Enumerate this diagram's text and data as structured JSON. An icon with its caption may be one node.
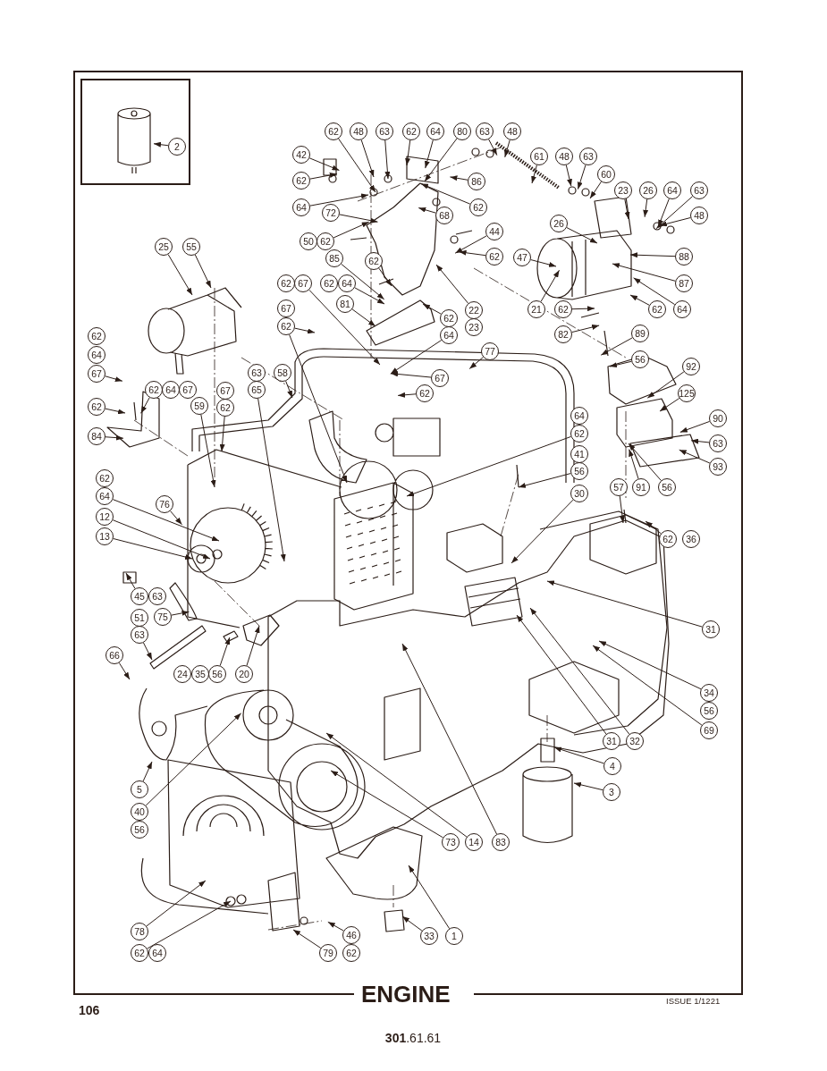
{
  "diagram": {
    "title": "ENGINE",
    "nodes": [
      {
        "text": [],
        "shape": "box"
      },
      {
        "text": [
          "2"
        ],
        "in": 0
      },
      {
        "text": [
          "62"
        ]
      },
      {
        "text": [
          "48"
        ]
      },
      {
        "text": [
          "63"
        ]
      },
      {
        "text": [
          "62"
        ]
      },
      {
        "text": [
          "64"
        ]
      },
      {
        "text": [
          "80"
        ]
      },
      {
        "text": [
          "63"
        ]
      },
      {
        "text": [
          "48"
        ]
      },
      {
        "text": [
          "42"
        ]
      },
      {
        "text": [
          "61"
        ]
      },
      {
        "text": [
          "48"
        ]
      },
      {
        "text": [
          "63"
        ]
      },
      {
        "text": [
          "60"
        ]
      },
      {
        "text": [
          "62"
        ]
      },
      {
        "text": [
          "86"
        ]
      },
      {
        "text": [
          "23"
        ]
      },
      {
        "text": [
          "26"
        ]
      },
      {
        "text": [
          "64"
        ]
      },
      {
        "text": [
          "63"
        ]
      },
      {
        "text": [
          "62"
        ]
      },
      {
        "text": [
          "64"
        ]
      },
      {
        "text": [
          "72"
        ]
      },
      {
        "text": [
          "68"
        ]
      },
      {
        "text": [
          "48"
        ]
      },
      {
        "text": [
          "26"
        ]
      },
      {
        "text": [
          "44"
        ]
      },
      {
        "text": [
          "50"
        ]
      },
      {
        "text": [
          "62"
        ]
      },
      {
        "text": [
          "25"
        ]
      },
      {
        "text": [
          "55"
        ]
      },
      {
        "text": [
          "62"
        ]
      },
      {
        "text": [
          "47"
        ]
      },
      {
        "text": [
          "88"
        ]
      },
      {
        "text": [
          "85"
        ]
      },
      {
        "text": [
          "62"
        ]
      },
      {
        "text": [
          "62"
        ]
      },
      {
        "text": [
          "67"
        ]
      },
      {
        "text": [
          "62"
        ]
      },
      {
        "text": [
          "64"
        ]
      },
      {
        "text": [
          "87"
        ]
      },
      {
        "text": [
          "81"
        ]
      },
      {
        "text": [
          "21"
        ]
      },
      {
        "text": [
          "62"
        ]
      },
      {
        "text": [
          "62"
        ]
      },
      {
        "text": [
          "64"
        ]
      },
      {
        "text": [
          "22"
        ]
      },
      {
        "text": [
          "23"
        ]
      },
      {
        "text": [
          "67"
        ]
      },
      {
        "text": [
          "62"
        ]
      },
      {
        "text": [
          "62"
        ]
      },
      {
        "text": [
          "64"
        ]
      },
      {
        "text": [
          "82"
        ]
      },
      {
        "text": [
          "89"
        ]
      },
      {
        "text": [
          "62"
        ]
      },
      {
        "text": [
          "64"
        ]
      },
      {
        "text": [
          "67"
        ]
      },
      {
        "text": [
          "77"
        ]
      },
      {
        "text": [
          "56"
        ]
      },
      {
        "text": [
          "92"
        ]
      },
      {
        "text": [
          "67"
        ]
      },
      {
        "text": [
          "62"
        ]
      },
      {
        "text": [
          "64"
        ]
      },
      {
        "text": [
          "67"
        ]
      },
      {
        "text": [
          "62"
        ]
      },
      {
        "text": [
          "125"
        ]
      },
      {
        "text": [
          "62"
        ]
      },
      {
        "text": [
          "59"
        ]
      },
      {
        "text": [
          "67"
        ]
      },
      {
        "text": [
          "62"
        ]
      },
      {
        "text": [
          "63"
        ]
      },
      {
        "text": [
          "65"
        ]
      },
      {
        "text": [
          "58"
        ]
      },
      {
        "text": [
          "64"
        ]
      },
      {
        "text": [
          "62"
        ]
      },
      {
        "text": [
          "90"
        ]
      },
      {
        "text": [
          "84"
        ]
      },
      {
        "text": [
          "63"
        ]
      },
      {
        "text": [
          "41"
        ]
      },
      {
        "text": [
          "56"
        ]
      },
      {
        "text": [
          "93"
        ]
      },
      {
        "text": [
          "62"
        ]
      },
      {
        "text": [
          "64"
        ]
      },
      {
        "text": [
          "30"
        ]
      },
      {
        "text": [
          "91"
        ]
      },
      {
        "text": [
          "56"
        ]
      },
      {
        "text": [
          "57"
        ]
      },
      {
        "text": [
          "76"
        ]
      },
      {
        "text": [
          "12"
        ]
      },
      {
        "text": [
          "13"
        ]
      },
      {
        "text": [
          "62"
        ]
      },
      {
        "text": [
          "36"
        ]
      },
      {
        "text": [
          "45"
        ]
      },
      {
        "text": [
          "63"
        ]
      },
      {
        "text": [
          "51"
        ]
      },
      {
        "text": [
          "75"
        ]
      },
      {
        "text": [
          "31"
        ]
      },
      {
        "text": [
          "63"
        ]
      },
      {
        "text": [
          "66"
        ]
      },
      {
        "text": [
          "24"
        ]
      },
      {
        "text": [
          "35"
        ]
      },
      {
        "text": [
          "56"
        ]
      },
      {
        "text": [
          "20"
        ]
      },
      {
        "text": [
          "34"
        ]
      },
      {
        "text": [
          "56"
        ]
      },
      {
        "text": [
          "69"
        ]
      },
      {
        "text": [
          "31"
        ]
      },
      {
        "text": [
          "32"
        ]
      },
      {
        "text": [
          "4"
        ]
      },
      {
        "text": [
          "5"
        ]
      },
      {
        "text": [
          "3"
        ]
      },
      {
        "text": [
          "40"
        ]
      },
      {
        "text": [
          "56"
        ]
      },
      {
        "text": [
          "73"
        ]
      },
      {
        "text": [
          "14"
        ]
      },
      {
        "text": [
          "83"
        ]
      },
      {
        "text": [
          "78"
        ]
      },
      {
        "text": [
          "62"
        ]
      },
      {
        "text": [
          "64"
        ]
      },
      {
        "text": [
          "46"
        ]
      },
      {
        "text": [
          "1"
        ]
      },
      {
        "text": [
          "33"
        ]
      },
      {
        "text": [
          "79"
        ]
      },
      {
        "text": [
          "62"
        ]
      },
      {
        "text": [],
        "shape": "picture",
        "in": 0
      }
    ],
    "edges": [
      {
        "from": 1,
        "to": 125,
        "arrow": "to"
      },
      {
        "from": 2,
        "to": null,
        "arrow": "to"
      },
      {
        "from": 3,
        "to": null,
        "arrow": "to"
      },
      {
        "from": 4,
        "to": null,
        "arrow": "to"
      },
      {
        "from": 5,
        "to": null,
        "arrow": "to"
      },
      {
        "from": 6,
        "to": null,
        "arrow": "to"
      },
      {
        "from": 7,
        "to": null,
        "arrow": "to"
      },
      {
        "from": 8,
        "to": null,
        "arrow": "to"
      },
      {
        "from": 9,
        "to": null,
        "arrow": "to"
      },
      {
        "from": 10,
        "to": null,
        "arrow": "to"
      },
      {
        "from": 11,
        "to": null,
        "arrow": "to"
      },
      {
        "from": 12,
        "to": null,
        "arrow": "to"
      },
      {
        "from": 13,
        "to": null,
        "arrow": "to"
      },
      {
        "from": 14,
        "to": null,
        "arrow": "to"
      },
      {
        "from": 15,
        "to": null,
        "arrow": "to"
      },
      {
        "from": 16,
        "to": null,
        "arrow": "to"
      },
      {
        "from": 17,
        "to": null,
        "arrow": "to"
      },
      {
        "from": 18,
        "to": null,
        "arrow": "to"
      },
      {
        "from": 19,
        "to": null,
        "arrow": "to"
      },
      {
        "from": 20,
        "to": null,
        "arrow": "to"
      },
      {
        "from": 21,
        "to": null,
        "arrow": "to"
      },
      {
        "from": 22,
        "to": null,
        "arrow": "to"
      },
      {
        "from": 23,
        "to": null,
        "arrow": "to"
      },
      {
        "from": 24,
        "to": null,
        "arrow": "to"
      },
      {
        "from": 25,
        "to": null,
        "arrow": "to"
      },
      {
        "from": 26,
        "to": null,
        "arrow": "to"
      },
      {
        "from": 27,
        "to": null,
        "arrow": "to"
      },
      {
        "from": 29,
        "to": null,
        "arrow": "to"
      },
      {
        "from": 30,
        "to": null,
        "arrow": "to"
      },
      {
        "from": 31,
        "to": null,
        "arrow": "to"
      },
      {
        "from": 32,
        "to": null,
        "arrow": "to"
      },
      {
        "from": 33,
        "to": null,
        "arrow": "to"
      },
      {
        "from": 34,
        "to": null,
        "arrow": "to"
      },
      {
        "from": 35,
        "to": null,
        "arrow": "to"
      },
      {
        "from": 36,
        "to": null,
        "arrow": "to"
      },
      {
        "from": 38,
        "to": null,
        "arrow": "to"
      },
      {
        "from": 40,
        "to": null,
        "arrow": "to"
      },
      {
        "from": 41,
        "to": null,
        "arrow": "to"
      },
      {
        "from": 42,
        "to": null,
        "arrow": "to"
      },
      {
        "from": 43,
        "to": null,
        "arrow": "to"
      },
      {
        "from": 44,
        "to": null,
        "arrow": "to"
      },
      {
        "from": 45,
        "to": null,
        "arrow": "to"
      },
      {
        "from": 46,
        "to": null,
        "arrow": "to"
      },
      {
        "from": 47,
        "to": null,
        "arrow": "to"
      },
      {
        "from": 50,
        "to": null,
        "arrow": "to"
      },
      {
        "from": 50,
        "to": null,
        "arrow": "to"
      },
      {
        "from": 51,
        "to": null,
        "arrow": "to"
      },
      {
        "from": 52,
        "to": null,
        "arrow": "to"
      },
      {
        "from": 53,
        "to": null,
        "arrow": "to"
      },
      {
        "from": 54,
        "to": null,
        "arrow": "to"
      },
      {
        "from": 57,
        "to": null,
        "arrow": "to"
      },
      {
        "from": 58,
        "to": null,
        "arrow": "to"
      },
      {
        "from": 59,
        "to": null,
        "arrow": "to"
      },
      {
        "from": 60,
        "to": null,
        "arrow": "to"
      },
      {
        "from": 61,
        "to": null,
        "arrow": "to"
      },
      {
        "from": 62,
        "to": null,
        "arrow": "to"
      },
      {
        "from": 65,
        "to": null,
        "arrow": "to"
      },
      {
        "from": 66,
        "to": null,
        "arrow": "to"
      },
      {
        "from": 67,
        "to": null,
        "arrow": "to"
      },
      {
        "from": 68,
        "to": null,
        "arrow": "to"
      },
      {
        "from": 70,
        "to": null,
        "arrow": "to"
      },
      {
        "from": 72,
        "to": null,
        "arrow": "to"
      },
      {
        "from": 73,
        "to": null,
        "arrow": "to"
      },
      {
        "from": 75,
        "to": null,
        "arrow": "to"
      },
      {
        "from": 76,
        "to": null,
        "arrow": "to"
      },
      {
        "from": 77,
        "to": null,
        "arrow": "to"
      },
      {
        "from": 78,
        "to": null,
        "arrow": "to"
      },
      {
        "from": 80,
        "to": null,
        "arrow": "to"
      },
      {
        "from": 81,
        "to": null,
        "arrow": "to"
      },
      {
        "from": 83,
        "to": null,
        "arrow": "to"
      },
      {
        "from": 84,
        "to": null,
        "arrow": "to"
      },
      {
        "from": 85,
        "to": null,
        "arrow": "to"
      },
      {
        "from": 86,
        "to": null,
        "arrow": "to"
      },
      {
        "from": 87,
        "to": null,
        "arrow": "to"
      },
      {
        "from": 88,
        "to": null,
        "arrow": "to"
      },
      {
        "from": 89,
        "to": null,
        "arrow": "to"
      },
      {
        "from": 90,
        "to": null,
        "arrow": "to"
      },
      {
        "from": 91,
        "to": null,
        "arrow": "to"
      },
      {
        "from": 93,
        "to": null,
        "arrow": "to"
      },
      {
        "from": 96,
        "to": null,
        "arrow": "to"
      },
      {
        "from": 97,
        "to": null,
        "arrow": "to"
      },
      {
        "from": 98,
        "to": null,
        "arrow": "to"
      },
      {
        "from": 99,
        "to": null,
        "arrow": "to"
      },
      {
        "from": 102,
        "to": null,
        "arrow": "to"
      },
      {
        "from": 103,
        "to": null,
        "arrow": "to"
      },
      {
        "from": 104,
        "to": null,
        "arrow": "to"
      },
      {
        "from": 106,
        "to": null,
        "arrow": "to"
      },
      {
        "from": 107,
        "to": null,
        "arrow": "to"
      },
      {
        "from": 108,
        "to": null,
        "arrow": "to"
      },
      {
        "from": 109,
        "to": null,
        "arrow": "to"
      },
      {
        "from": 110,
        "to": null,
        "arrow": "to"
      },
      {
        "from": 111,
        "to": null,
        "arrow": "to"
      },
      {
        "from": 112,
        "to": null,
        "arrow": "to"
      },
      {
        "from": 114,
        "to": null,
        "arrow": "to"
      },
      {
        "from": 115,
        "to": null,
        "arrow": "to"
      },
      {
        "from": 116,
        "to": null,
        "arrow": "to"
      },
      {
        "from": 117,
        "to": null,
        "arrow": "to"
      },
      {
        "from": 118,
        "to": null,
        "arrow": "to"
      },
      {
        "from": 120,
        "to": null,
        "arrow": "to"
      },
      {
        "from": 121,
        "to": null,
        "arrow": "to"
      },
      {
        "from": 122,
        "to": null,
        "arrow": "to"
      },
      {
        "from": 123,
        "to": null,
        "arrow": "to"
      }
    ],
    "labels": [
      "106",
      "ISSUE 1/1221",
      "**301**.61.61"
    ]
  }
}
